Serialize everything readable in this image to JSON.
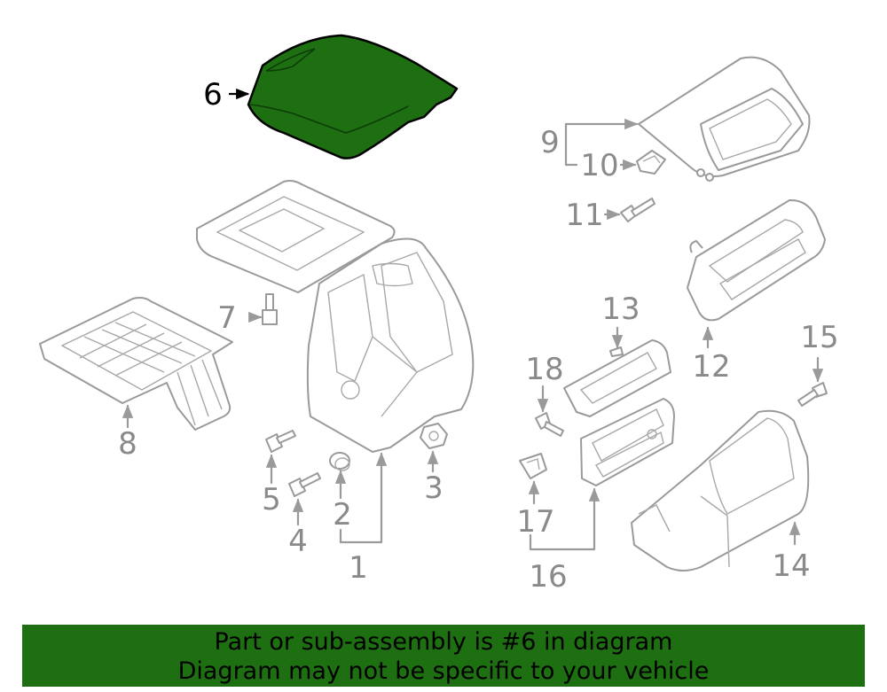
{
  "highlight_color": "#1e6e12",
  "banner_color": "#1e6e12",
  "callouts": {
    "c1": "1",
    "c2": "2",
    "c3": "3",
    "c4": "4",
    "c5": "5",
    "c6": "6",
    "c7": "7",
    "c8": "8",
    "c9": "9",
    "c10": "10",
    "c11": "11",
    "c12": "12",
    "c13": "13",
    "c14": "14",
    "c15": "15",
    "c16": "16",
    "c17": "17",
    "c18": "18"
  },
  "banner": {
    "line1": "Part or sub-assembly is #6 in diagram",
    "line2": "Diagram may not be specific to your vehicle"
  }
}
